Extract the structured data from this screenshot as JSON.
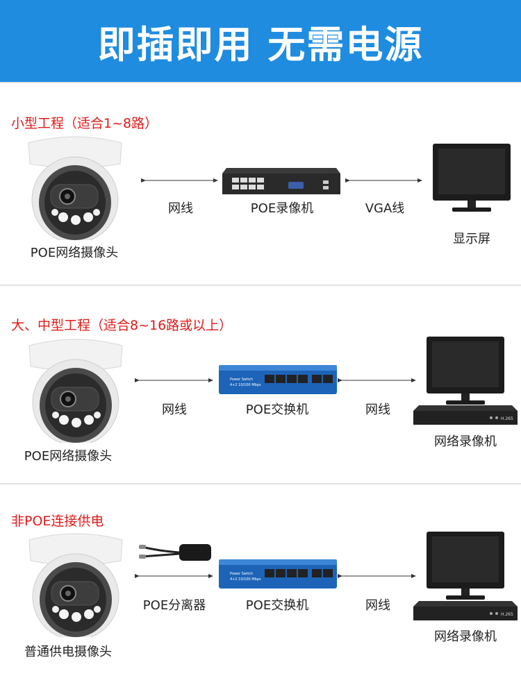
{
  "banner": {
    "title": "即插即用  无需电源"
  },
  "colors": {
    "banner": "#1f8ce0",
    "section_title": "#e01a1a",
    "switch_body": "#1d64b8"
  },
  "sections": [
    {
      "title": "小型工程（适合1~8路）",
      "camera_label": "POE网络摄像头",
      "link1_label": "网线",
      "middle_label": "POE录像机",
      "link2_label": "VGA线",
      "end_label": "显示屏"
    },
    {
      "title": "大、中型工程（适合8~16路或以上）",
      "camera_label": "POE网络摄像头",
      "link1_label": "网线",
      "middle_label": "POE交换机",
      "link2_label": "网线",
      "end_label": "网络录像机"
    },
    {
      "title": "非POE连接供电",
      "camera_label": "普通供电摄像头",
      "link1_label": "POE分离器",
      "middle_label": "POE交换机",
      "link2_label": "网线",
      "end_label": "网络录像机"
    }
  ],
  "icons": {
    "camera": "dome-camera-icon",
    "nvr": "poe-nvr-icon",
    "switch": "poe-switch-icon",
    "monitor": "monitor-icon",
    "splitter": "poe-splitter-icon"
  }
}
